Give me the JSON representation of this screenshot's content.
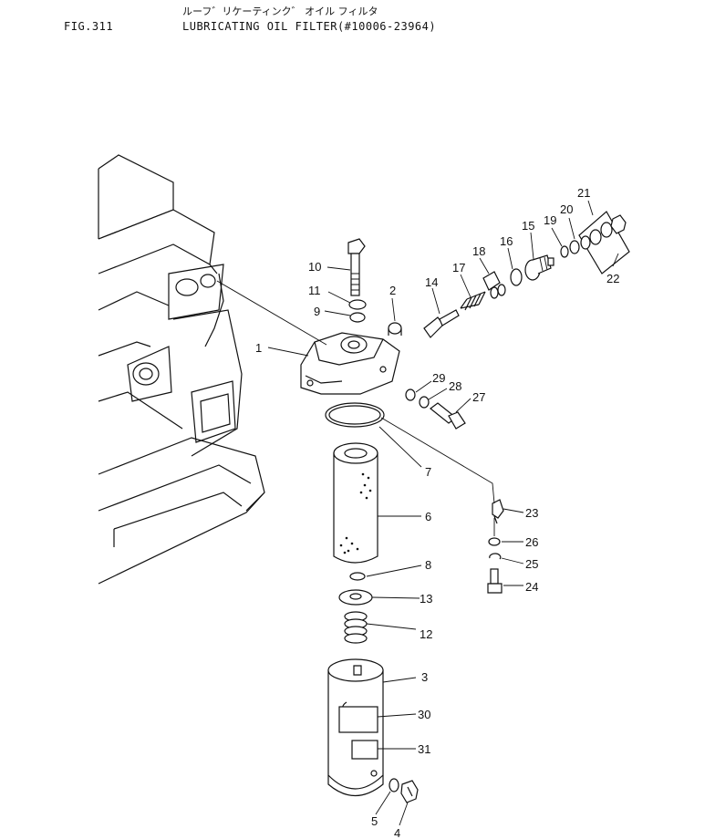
{
  "header": {
    "fig_code": "FIG.311",
    "title_jp": "ルーフ゛リケーティンク゛ オイル フィルタ",
    "title_en": "LUBRICATING OIL FILTER(#10006-23964)"
  },
  "callouts": {
    "c1": "1",
    "c2": "2",
    "c3": "3",
    "c4": "4",
    "c5": "5",
    "c6": "6",
    "c7": "7",
    "c8": "8",
    "c9": "9",
    "c10": "10",
    "c11": "11",
    "c12": "12",
    "c13": "13",
    "c14": "14",
    "c15": "15",
    "c16": "16",
    "c17": "17",
    "c18": "18",
    "c19": "19",
    "c20": "20",
    "c21": "21",
    "c22": "22",
    "c23": "23",
    "c24": "24",
    "c25": "25",
    "c26": "26",
    "c27": "27",
    "c28": "28",
    "c29": "29",
    "c30": "30",
    "c31": "31"
  }
}
